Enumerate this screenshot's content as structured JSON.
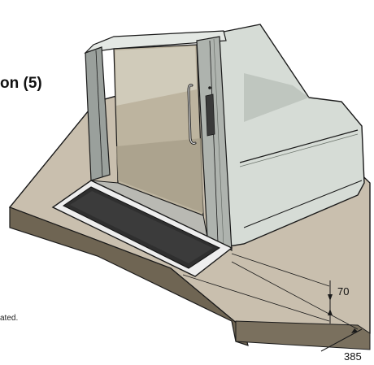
{
  "heading": "on (5)",
  "footnote": "ated.",
  "dimensions": {
    "height_label": "70",
    "depth_label": "385"
  },
  "colors": {
    "floor_top": "#c9bfae",
    "floor_edge": "#6f6553",
    "wall_face": "#d6dcd6",
    "wall_shade": "#bfc6bf",
    "glass": "#bdb49f",
    "frame": "#9aa09c",
    "mat": "#2f2f2f",
    "ramp": "#eeeeee",
    "outline": "#1a1a1a"
  }
}
